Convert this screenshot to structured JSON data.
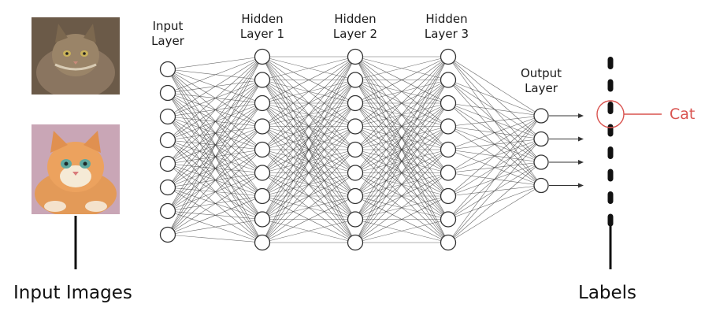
{
  "layers": [
    {
      "label_line1": "Input",
      "label_line2": "Layer",
      "nodes": 8
    },
    {
      "label_line1": "Hidden",
      "label_line2": "Layer 1",
      "nodes": 9
    },
    {
      "label_line1": "Hidden",
      "label_line2": "Layer 2",
      "nodes": 9
    },
    {
      "label_line1": "Hidden",
      "label_line2": "Layer 3",
      "nodes": 9
    },
    {
      "label_line1": "Output",
      "label_line2": "Layer",
      "nodes": 4
    }
  ],
  "output_arrows": 4,
  "label_dashes": 8,
  "bottom_left_label": "Input Images",
  "bottom_right_label": "Labels",
  "highlight_label": "Cat",
  "images": [
    "fluffy-tabby-cat-painting",
    "orange-cat-painting"
  ],
  "colors": {
    "line": "#333333",
    "node_stroke": "#333333",
    "node_fill": "#ffffff",
    "highlight": "#d9534f",
    "cat1_bg": "#6b5a48",
    "cat2_bg": "#d89060"
  }
}
